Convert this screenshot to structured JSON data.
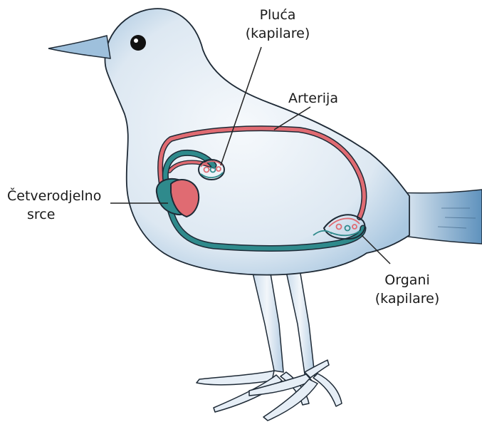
{
  "labels": {
    "lungs": {
      "line1": "Pluća",
      "line2": "(kapilare)"
    },
    "artery": "Arterija",
    "heart": {
      "line1": "Četverodjelno",
      "line2": "srce"
    },
    "organs": {
      "line1": "Organi",
      "line2": "(kapilare)"
    }
  },
  "colors": {
    "body_fill": "#e4ecf4",
    "body_shade": "#9fc2de",
    "outline": "#1e2a36",
    "artery": "#e06b72",
    "vein": "#2f8a8c",
    "beak_tail": "#8fb3cf",
    "eye": "#111111",
    "leader": "#222222"
  }
}
